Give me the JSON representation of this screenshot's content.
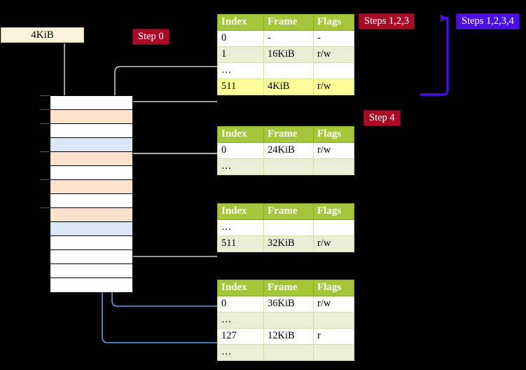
{
  "labels": {
    "kib_box": "4KiB",
    "step0": "Step 0",
    "step4": "Step 4",
    "steps123": "Steps 1,2,3",
    "steps1234": "Steps 1,2,3,4"
  },
  "colors": {
    "badge_red": "#a80b26",
    "badge_blue": "#4b10e0",
    "table_header": "#a5c639",
    "table_row_alt": "#e9efd4",
    "highlight": "#ffff99",
    "mem_orange": "#fde3cc",
    "mem_blue": "#dbe8f7",
    "kib_box_bg": "#fdf3da",
    "wire_gray": "#bbbbbb",
    "wire_blue": "#6f9ed0"
  },
  "tables": {
    "columns": [
      "Index",
      "Frame",
      "Flags"
    ],
    "pml4": {
      "name": "page-table-level-0",
      "rows": [
        {
          "index": "0",
          "frame": "-",
          "flags": "-",
          "shade": "odd",
          "highlight": false
        },
        {
          "index": "1",
          "frame": "16KiB",
          "flags": "r/w",
          "shade": "even",
          "highlight": false
        },
        {
          "index": "…",
          "frame": "",
          "flags": "",
          "shade": "odd",
          "highlight": false
        },
        {
          "index": "511",
          "frame": "4KiB",
          "flags": "r/w",
          "shade": "even",
          "highlight": true
        }
      ]
    },
    "level1": {
      "name": "page-table-level-1",
      "rows": [
        {
          "index": "0",
          "frame": "24KiB",
          "flags": "r/w",
          "shade": "odd",
          "highlight": false
        },
        {
          "index": "…",
          "frame": "",
          "flags": "",
          "shade": "even",
          "highlight": false
        }
      ]
    },
    "level2": {
      "name": "page-table-level-2",
      "rows": [
        {
          "index": "…",
          "frame": "",
          "flags": "",
          "shade": "odd",
          "highlight": false
        },
        {
          "index": "511",
          "frame": "32KiB",
          "flags": "r/w",
          "shade": "even",
          "highlight": false
        }
      ]
    },
    "level3": {
      "name": "page-table-level-3",
      "rows": [
        {
          "index": "0",
          "frame": "36KiB",
          "flags": "r/w",
          "shade": "odd",
          "highlight": false
        },
        {
          "index": "…",
          "frame": "",
          "flags": "",
          "shade": "even",
          "highlight": false
        },
        {
          "index": "127",
          "frame": "12KiB",
          "flags": "r",
          "shade": "odd",
          "highlight": false
        },
        {
          "index": "…",
          "frame": "",
          "flags": "",
          "shade": "even",
          "highlight": false
        }
      ]
    }
  },
  "memory_grid": {
    "name": "physical-memory-frames",
    "rows": [
      {
        "fill": "white"
      },
      {
        "fill": "orange"
      },
      {
        "fill": "white"
      },
      {
        "fill": "blue"
      },
      {
        "fill": "orange"
      },
      {
        "fill": "white"
      },
      {
        "fill": "orange"
      },
      {
        "fill": "white"
      },
      {
        "fill": "orange"
      },
      {
        "fill": "blue"
      },
      {
        "fill": "white"
      },
      {
        "fill": "white"
      },
      {
        "fill": "white"
      },
      {
        "fill": "white"
      }
    ],
    "tick_rows": [
      0,
      1,
      2,
      4,
      6,
      8
    ]
  }
}
